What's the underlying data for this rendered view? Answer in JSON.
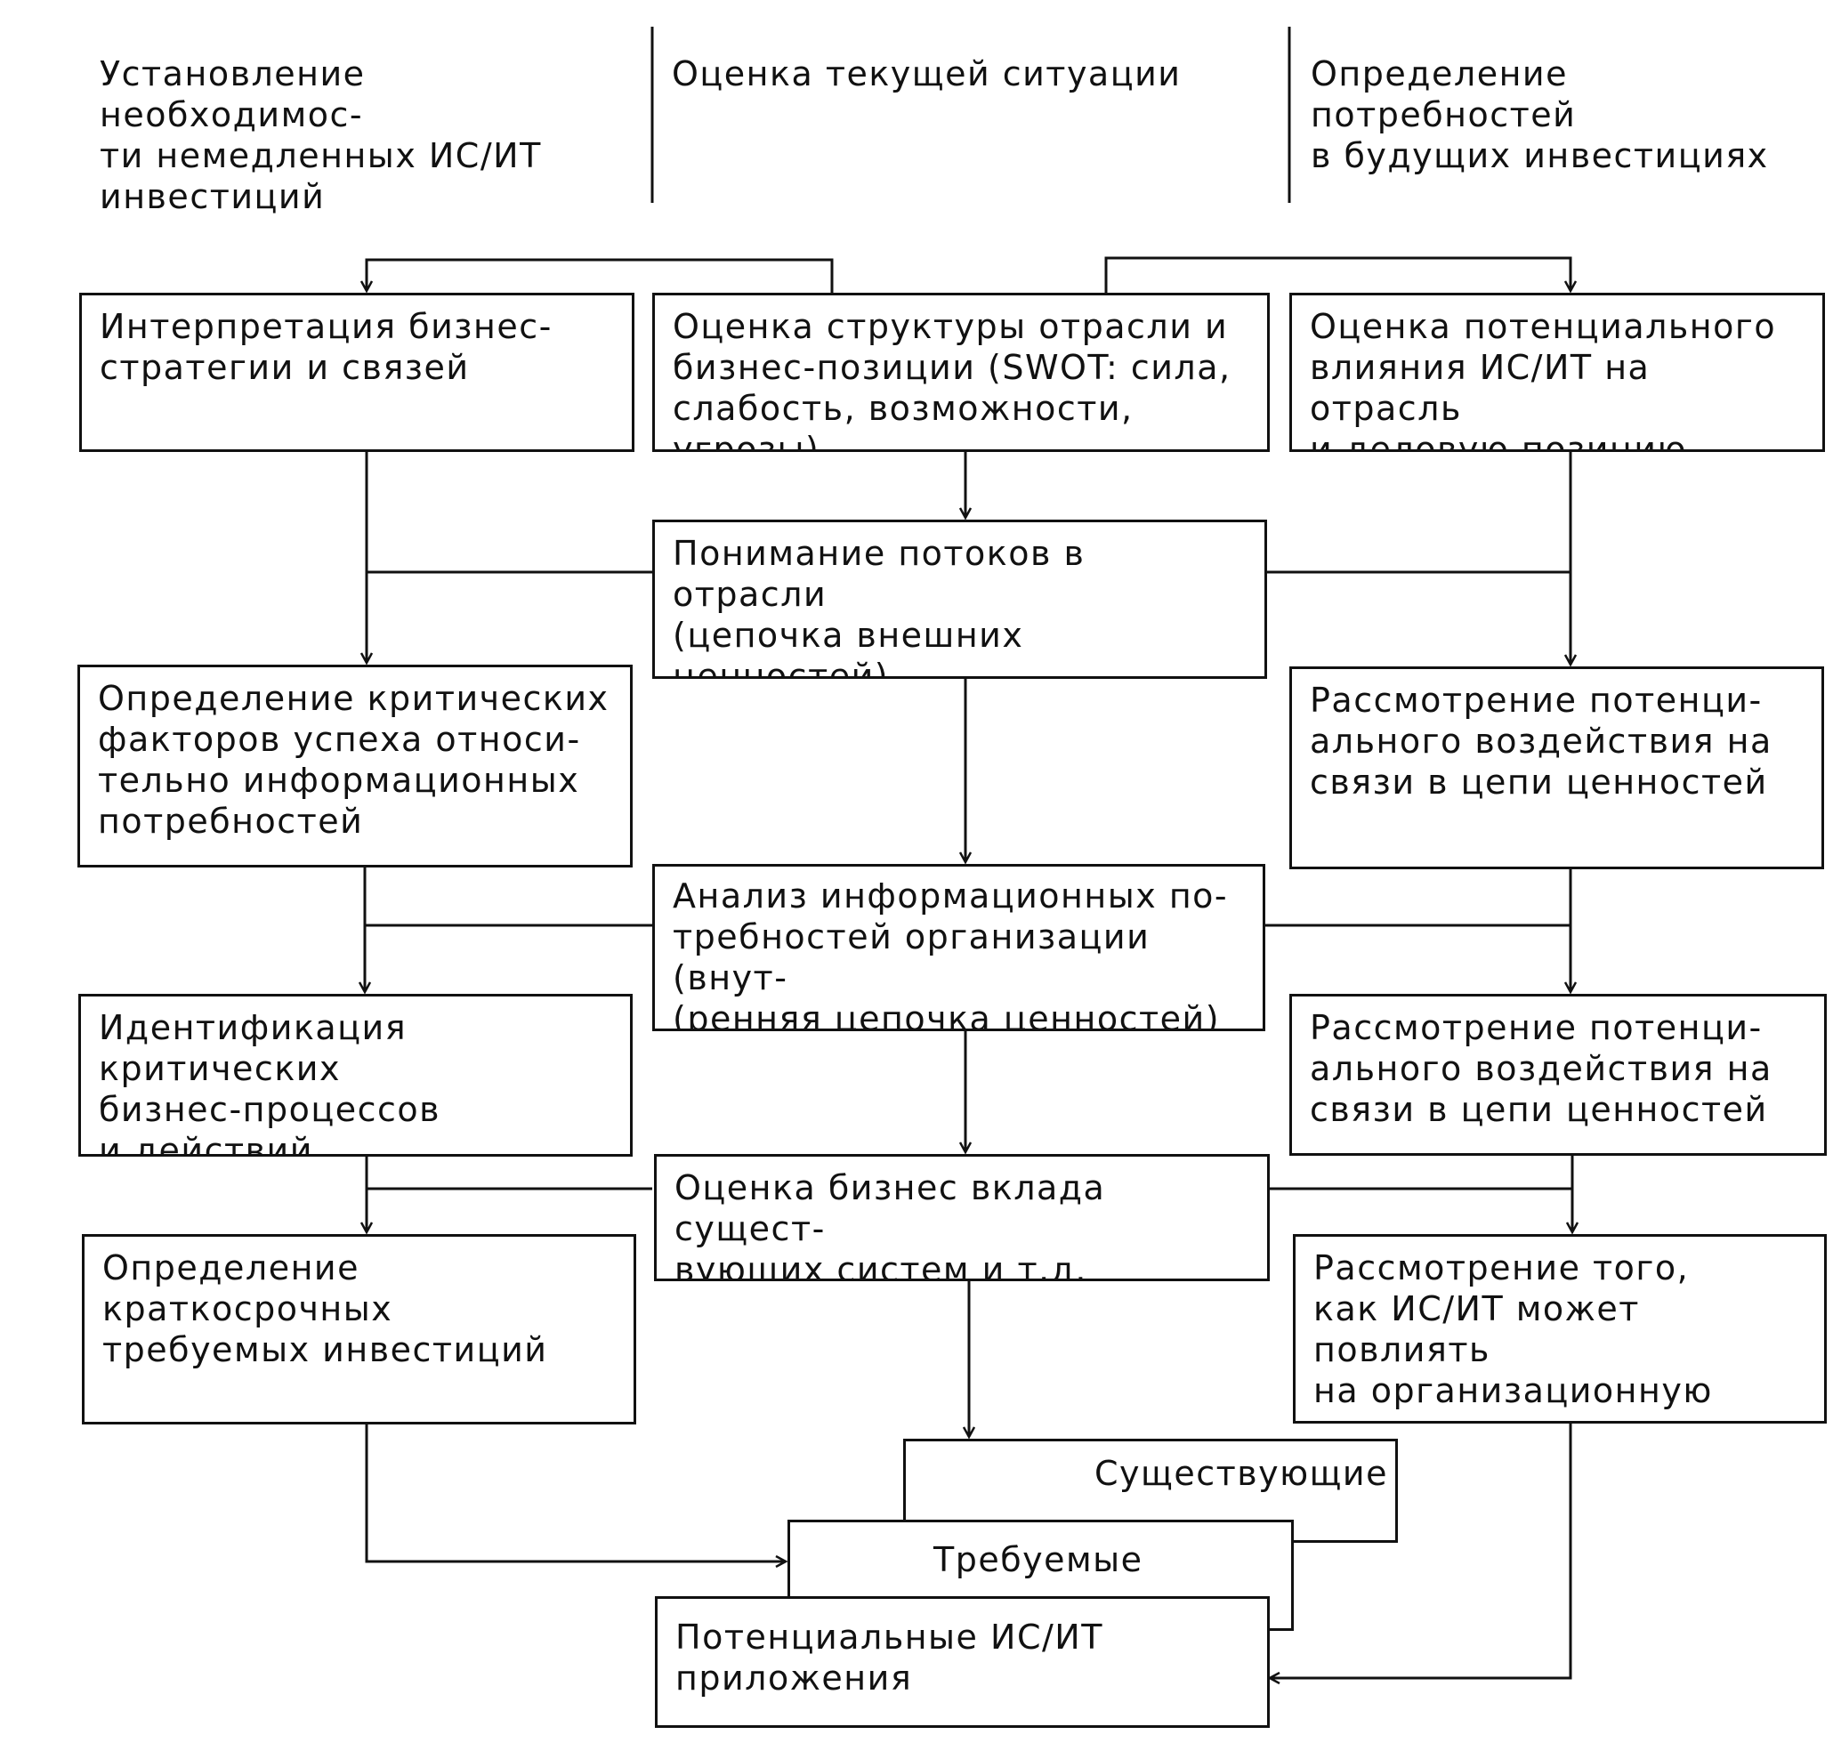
{
  "headers": {
    "col1": "Установление необходимос-\nти немедленных ИС/ИТ\nинвестиций",
    "col2": "Оценка текущей ситуации",
    "col3": "Определение потребностей\nв будущих инвестициях"
  },
  "left_column": {
    "box1": "Интерпретация бизнес-\nстратегии и связей",
    "box2": "Определение критических\nфакторов успеха относи-\nтельно информационных\nпотребностей",
    "box3": "Идентификация критических\nбизнес-процессов\nи действий",
    "box4": "Определение краткосрочных\nтребуемых инвестиций"
  },
  "center_column": {
    "box1": "Оценка структуры отрасли и\nбизнес-позиции (SWOT: сила,\nслабость, возможности, угрозы)",
    "box2": "Понимание потоков в отрасли\n(цепочка внешних ценностей)",
    "box3": "Анализ информационных по-\nтребностей организации (внут-\n(ренняя цепочка ценностей)",
    "box4": "Оценка бизнес вклада сущест-\nвующих систем и т.д."
  },
  "right_column": {
    "box1": "Оценка потенциального\nвлияния ИС/ИТ на отрасль\nи деловую позицию",
    "box2": "Рассмотрение потенци-\nального воздействия на\nсвязи в цепи ценностей",
    "box3": "Рассмотрение потенци-\nального воздействия на\nсвязи в цепи ценностей",
    "box4": "Рассмотрение того,\nкак ИС/ИТ может повлиять\nна организационную\nструктуру и т.д."
  },
  "portfolio": {
    "existing": "Существующие",
    "required": "Требуемые",
    "potential": "Потенциальные ИС/ИТ\nприложения"
  },
  "colors": {
    "line": "#111111",
    "background": "#ffffff"
  }
}
